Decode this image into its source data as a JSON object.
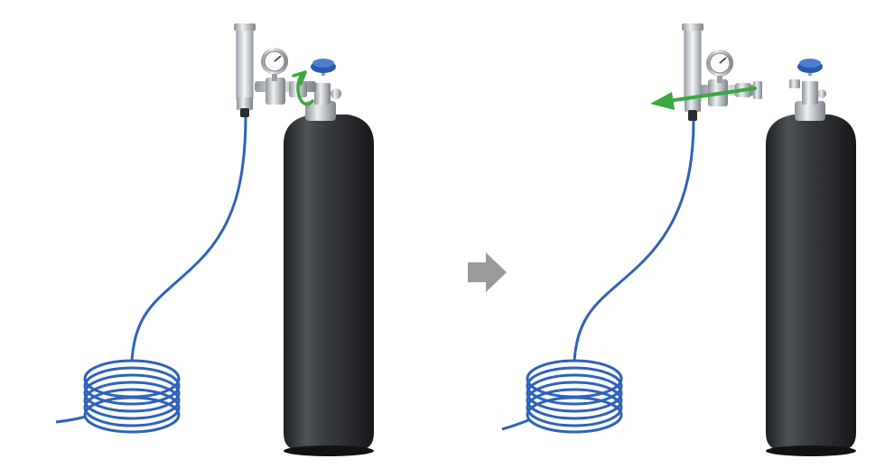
{
  "diagram": {
    "steps": [
      {
        "id": "step-1",
        "action": "rotate-regulator-counterclockwise",
        "arrow_icon": "rotate-ccw-arrow-icon"
      },
      {
        "id": "step-2",
        "action": "pull-regulator-off-valve",
        "arrow_icon": "pull-left-arrow-icon"
      }
    ],
    "transition_icon": "next-step-arrow-icon"
  },
  "colors": {
    "cylinder_body": "#2b2d30",
    "cylinder_highlight": "#4e5257",
    "hose": "#2f63b8",
    "hose_light": "#5a8ee0",
    "action_arrow": "#3aa83f",
    "transition_arrow": "#9a9a9a",
    "valve_knob": "#2c5aa8",
    "metal": "#c9ccd0"
  }
}
